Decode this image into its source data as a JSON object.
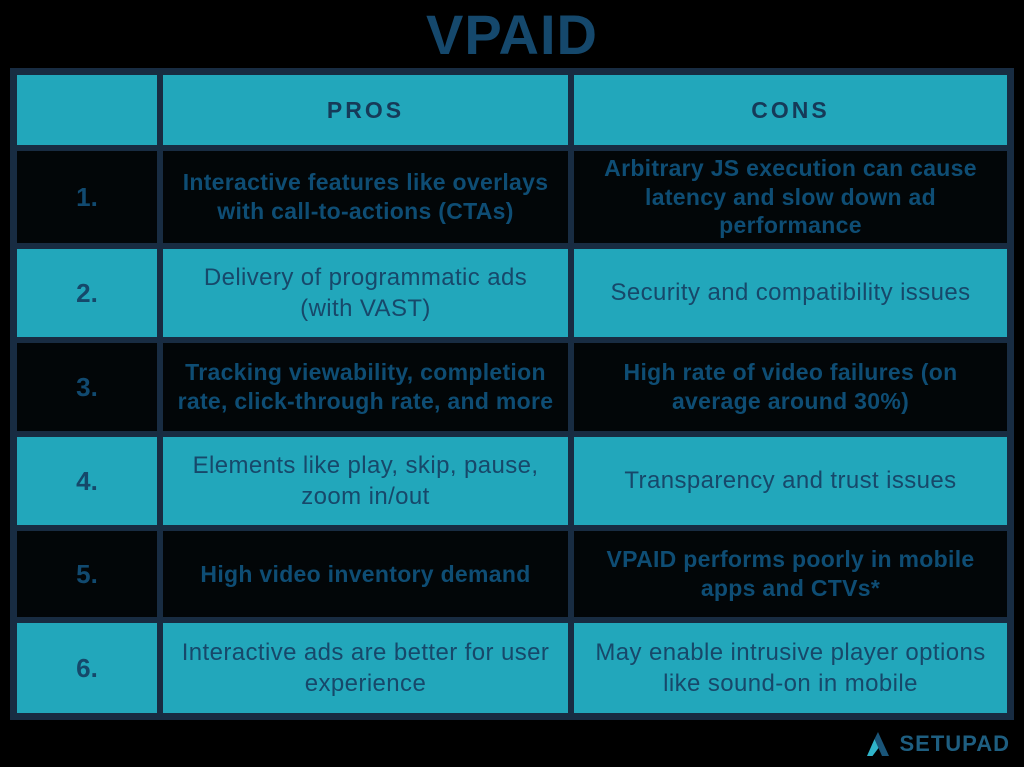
{
  "title": "VPAID",
  "table": {
    "headers": {
      "pros": "PROS",
      "cons": "CONS"
    },
    "rows": [
      {
        "num": "1.",
        "pros": "Interactive features like overlays with call-to-actions (CTAs)",
        "cons": "Arbitrary JS execution can cause latency and slow down ad performance",
        "style": "dark"
      },
      {
        "num": "2.",
        "pros": "Delivery of programmatic ads (with VAST)",
        "cons": "Security and compatibility issues",
        "style": "teal"
      },
      {
        "num": "3.",
        "pros": "Tracking viewability, completion rate, click-through rate, and more",
        "cons": "High rate of video failures (on average around 30%)",
        "style": "dark"
      },
      {
        "num": "4.",
        "pros": "Elements like play, skip, pause, zoom in/out",
        "cons": "Transparency and trust issues",
        "style": "teal"
      },
      {
        "num": "5.",
        "pros": "High video inventory demand",
        "cons": "VPAID performs poorly in mobile apps and CTVs*",
        "style": "dark"
      },
      {
        "num": "6.",
        "pros": "Interactive ads are better for user experience",
        "cons": "May enable intrusive player options like sound-on in mobile",
        "style": "teal"
      }
    ]
  },
  "footer": {
    "brand": "SETUPAD"
  },
  "colors": {
    "background": "#000000",
    "teal_cell": "#22A7BB",
    "dark_cell": "#020608",
    "border_navy": "#182C42",
    "title_text": "#15486C",
    "bold_row_text": "#0E4D74",
    "regular_row_text": "#17486A",
    "header_text": "#163A58",
    "brand_text": "#1E5E80",
    "brand_mark_teal": "#2FB4C9",
    "brand_mark_navy": "#1A5578"
  }
}
